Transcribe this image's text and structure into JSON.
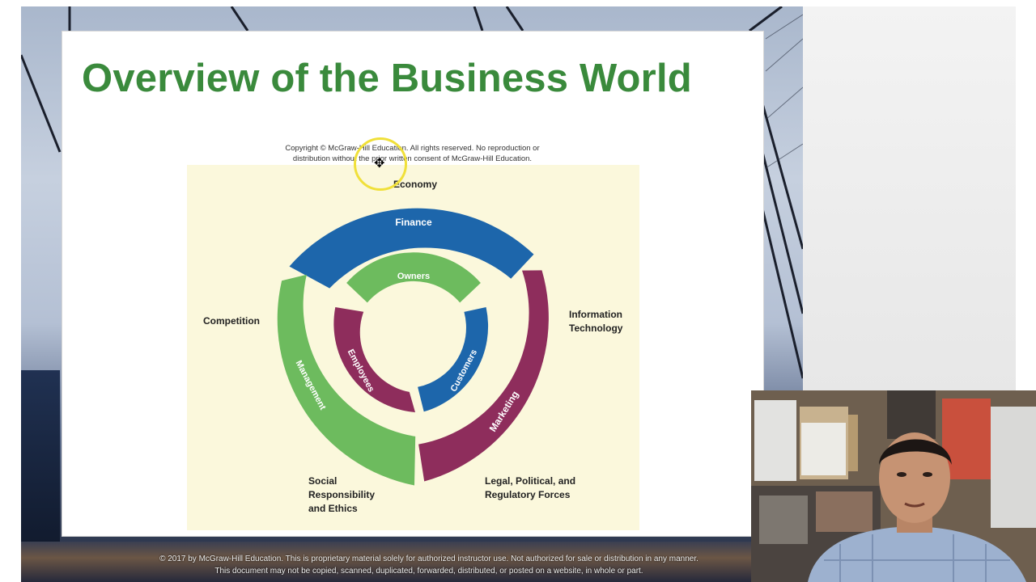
{
  "slide": {
    "title": "Overview of the Business World",
    "copyright_line1": "Copyright © McGraw-Hill Education.  All rights reserved. No reproduction or",
    "copyright_line2": "distribution without the prior written consent of McGraw-Hill Education."
  },
  "diagram": {
    "outer_ring": {
      "finance": "Finance",
      "marketing": "Marketing",
      "management": "Management"
    },
    "inner_ring": {
      "owners": "Owners",
      "customers": "Customers",
      "employees": "Employees"
    },
    "external_forces": {
      "economy": "Economy",
      "competition": "Competition",
      "information_technology_line1": "Information",
      "information_technology_line2": "Technology",
      "social_line1": "Social",
      "social_line2": "Responsibility",
      "social_line3": "and Ethics",
      "legal_line1": "Legal, Political, and",
      "legal_line2": "Regulatory Forces"
    },
    "colors": {
      "finance": "#1d66ab",
      "marketing": "#8e2d5c",
      "management": "#6dbb5e",
      "owners": "#6dbb5e",
      "customers": "#1d66ab",
      "employees": "#8e2d5c",
      "panel": "#fbf8dc",
      "title": "#3a8a3c"
    }
  },
  "footer": {
    "line1": "© 2017 by McGraw-Hill Education. This is proprietary material solely for authorized instructor use. Not authorized for sale or distribution in any manner.",
    "line2": "This document may not be copied, scanned, duplicated, forwarded, distributed, or posted on a website, in whole or part."
  },
  "cursor": {
    "icon": "move-cursor-icon"
  },
  "webcam": {
    "icon": "presenter-webcam"
  }
}
